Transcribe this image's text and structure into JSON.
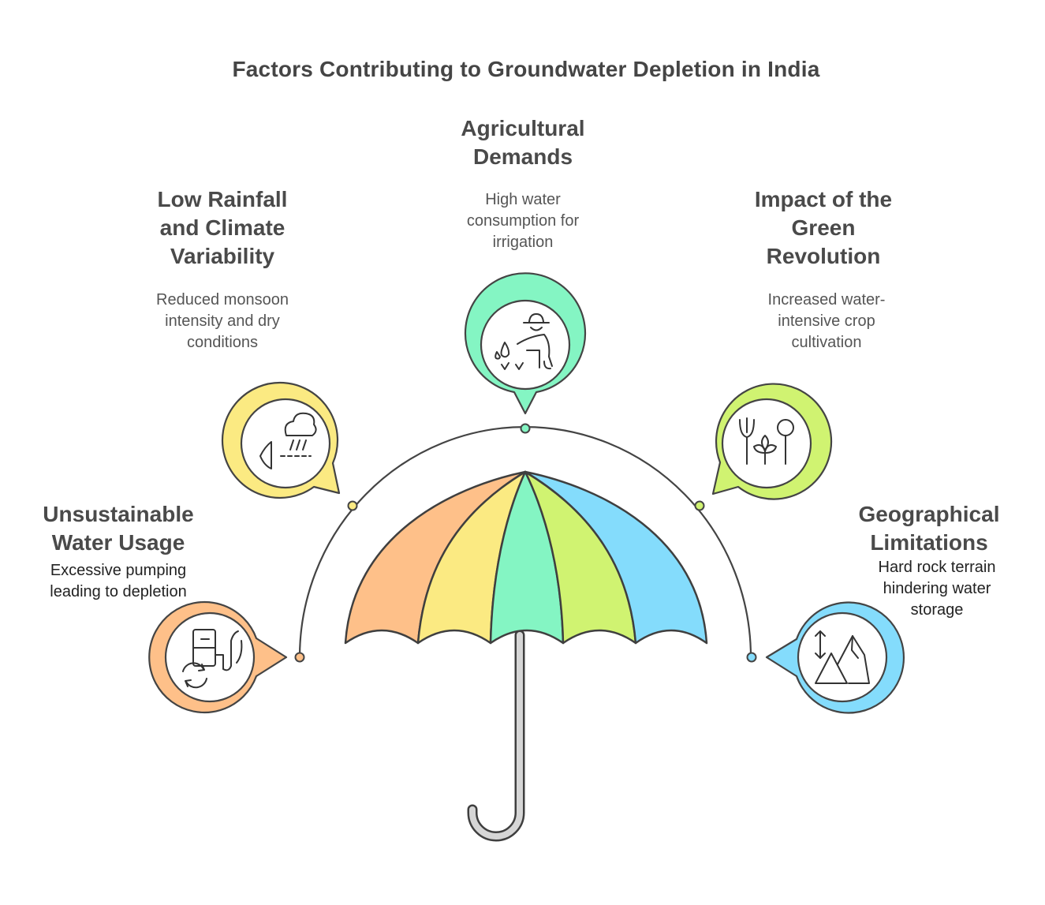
{
  "title": "Factors Contributing to Groundwater Depletion in India",
  "colors": {
    "stroke": "#3f3f3f",
    "handle": "#d6d6d6",
    "orange": "#fec089",
    "yellow": "#fbea82",
    "green": "#84f5c3",
    "lime": "#d0f371",
    "blue": "#84dcfc"
  },
  "factors": [
    {
      "id": "unsustainable",
      "heading_lines": [
        "Unsustainable",
        "Water Usage"
      ],
      "desc_lines": [
        "Excessive pumping",
        "leading to depletion"
      ],
      "icon": "fuel-pump-cycle-icon",
      "color": "#fec089"
    },
    {
      "id": "rainfall",
      "heading_lines": [
        "Low Rainfall",
        "and Climate",
        "Variability"
      ],
      "desc_lines": [
        "Reduced monsoon",
        "intensity and dry",
        "conditions"
      ],
      "icon": "rain-cloud-icon",
      "color": "#fbea82"
    },
    {
      "id": "agricultural",
      "heading_lines": [
        "Agricultural",
        "Demands"
      ],
      "desc_lines": [
        "High water",
        "consumption for",
        "irrigation"
      ],
      "icon": "farmer-watering-icon",
      "color": "#84f5c3"
    },
    {
      "id": "green-revolution",
      "heading_lines": [
        "Impact of the",
        "Green",
        "Revolution"
      ],
      "desc_lines": [
        "Increased water-",
        "intensive crop",
        "cultivation"
      ],
      "icon": "crops-plant-icon",
      "color": "#d0f371"
    },
    {
      "id": "geographical",
      "heading_lines": [
        "Geographical",
        "Limitations"
      ],
      "desc_lines": [
        "Hard rock terrain",
        "hindering water",
        "storage"
      ],
      "icon": "mountains-icon",
      "color": "#84dcfc"
    }
  ]
}
